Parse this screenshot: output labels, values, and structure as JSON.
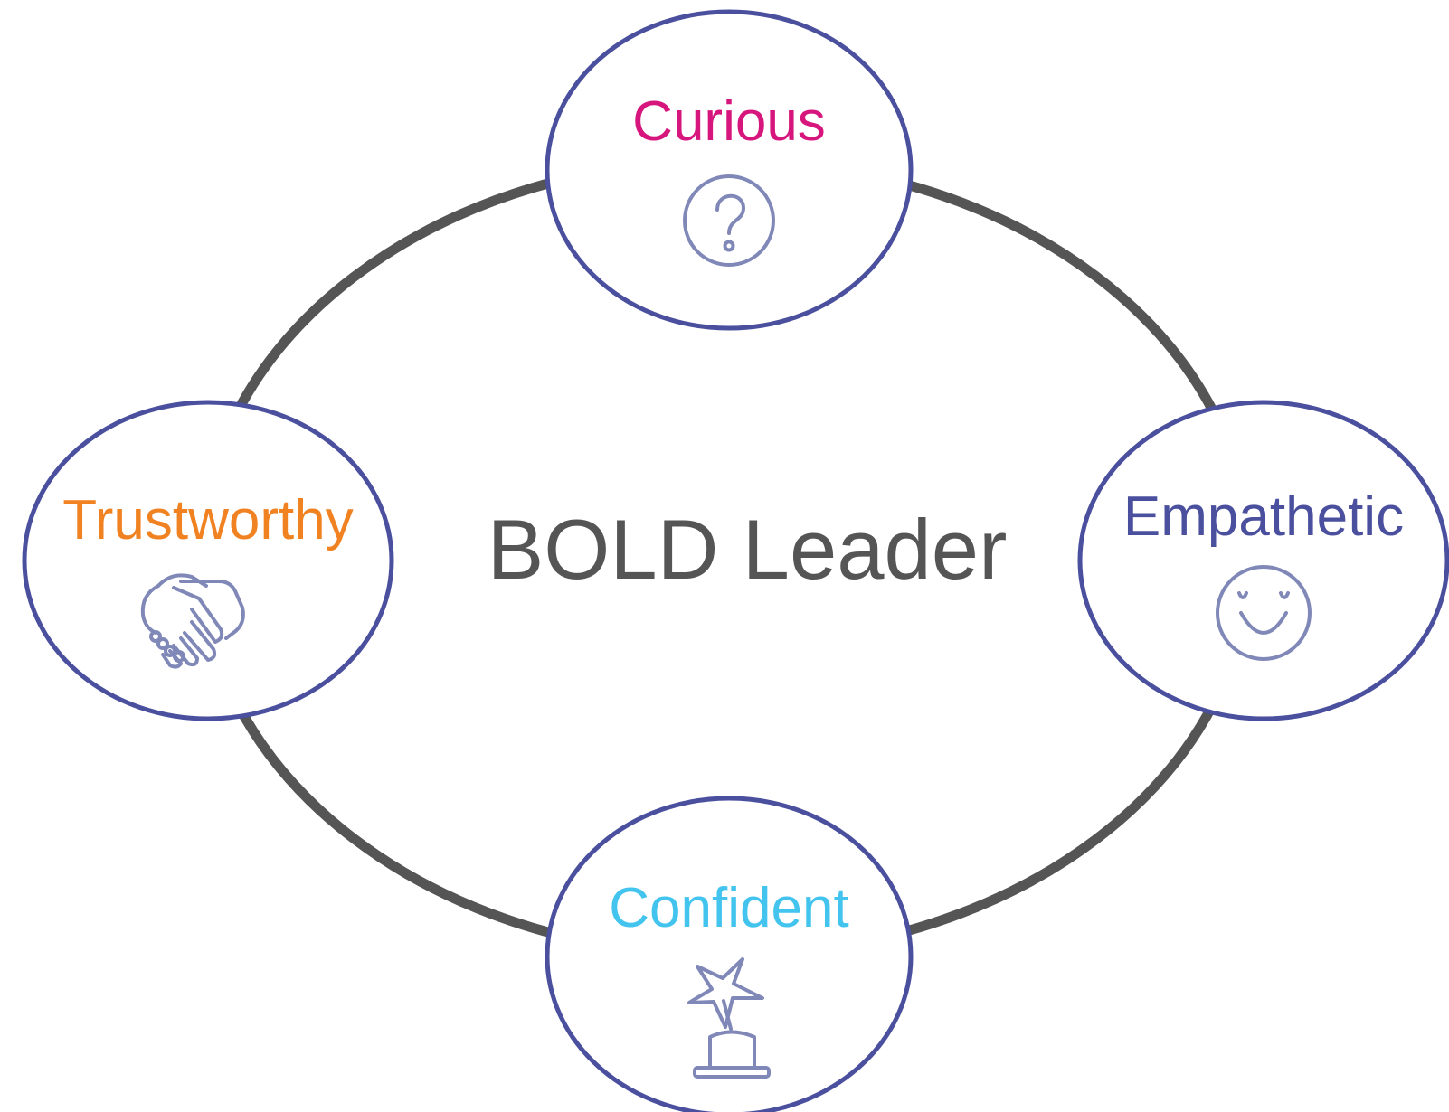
{
  "center": {
    "title": "BOLD Leader",
    "color": "#555555"
  },
  "nodes": [
    {
      "id": "curious",
      "label": "Curious",
      "icon": "question-mark-icon",
      "color": "#d6157d"
    },
    {
      "id": "empathetic",
      "label": "Empathetic",
      "icon": "smiley-face-icon",
      "color": "#4a4f9e"
    },
    {
      "id": "confident",
      "label": "Confident",
      "icon": "trophy-star-icon",
      "color": "#43c4ee"
    },
    {
      "id": "trustworthy",
      "label": "Trustworthy",
      "icon": "handshake-icon",
      "color": "#f08222"
    }
  ],
  "colors": {
    "ring": "#555555",
    "node_outline": "#4a4f9e",
    "icon_stroke": "#8088b8"
  }
}
